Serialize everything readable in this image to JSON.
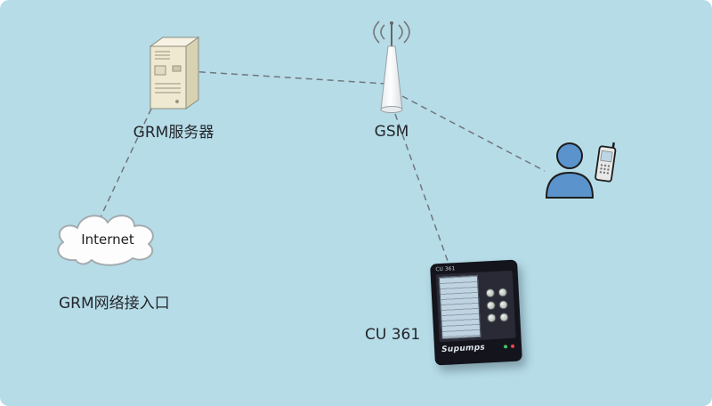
{
  "diagram": {
    "background_color": "#b6dce8",
    "line_color": "#70767c",
    "nodes": {
      "server": {
        "label": "GRM服务器"
      },
      "gsm": {
        "label": "GSM"
      },
      "internet": {
        "label": "Internet",
        "caption": "GRM网络接入口"
      },
      "cu361": {
        "label": "CU 361",
        "panel_title": "CU 361",
        "brand": "Supumps"
      }
    },
    "connections": [
      {
        "from": "server",
        "to": "gsm"
      },
      {
        "from": "server",
        "to": "internet"
      },
      {
        "from": "gsm",
        "to": "person"
      },
      {
        "from": "gsm",
        "to": "cu361"
      }
    ]
  }
}
